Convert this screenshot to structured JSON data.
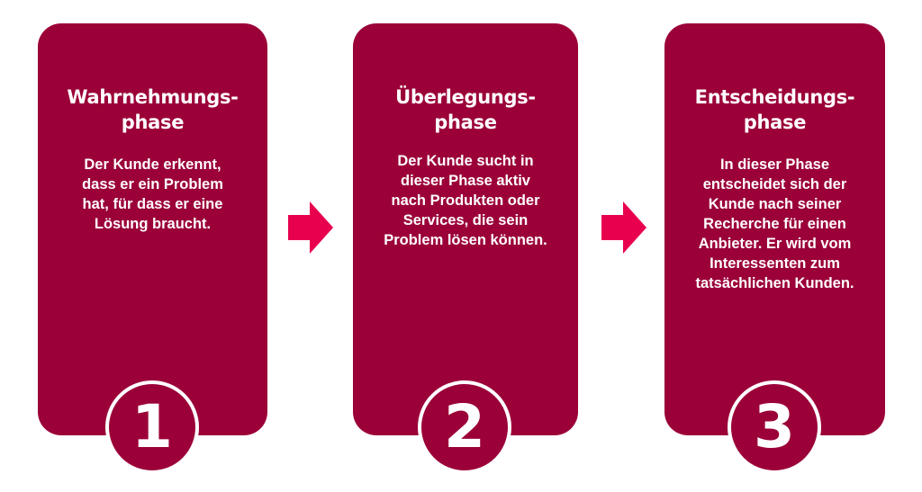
{
  "colors": {
    "card_bg": "#9b0038",
    "arrow": "#e8004f",
    "text": "#ffffff",
    "background": "#ffffff"
  },
  "phases": [
    {
      "number": "1",
      "title_lines": [
        "Wahrnehmungs-",
        "phase"
      ],
      "desc_lines": [
        "Der Kunde erkennt,",
        "dass er ein Problem",
        "hat, für dass er eine",
        "Lösung braucht."
      ]
    },
    {
      "number": "2",
      "title_lines": [
        "Überlegungs-",
        "phase"
      ],
      "desc_lines": [
        "Der Kunde sucht in",
        "dieser Phase aktiv",
        "nach Produkten oder",
        "Services, die sein",
        "Problem lösen können."
      ]
    },
    {
      "number": "3",
      "title_lines": [
        "Entscheidungs-",
        "phase"
      ],
      "desc_lines": [
        "In dieser Phase",
        "entscheidet sich der",
        "Kunde nach seiner",
        "Recherche für einen",
        "Anbieter. Er wird vom",
        "Interessenten zum",
        "tatsächlichen Kunden."
      ]
    }
  ],
  "arrows": [
    {
      "icon": "arrow-right-icon"
    },
    {
      "icon": "arrow-right-icon"
    }
  ]
}
